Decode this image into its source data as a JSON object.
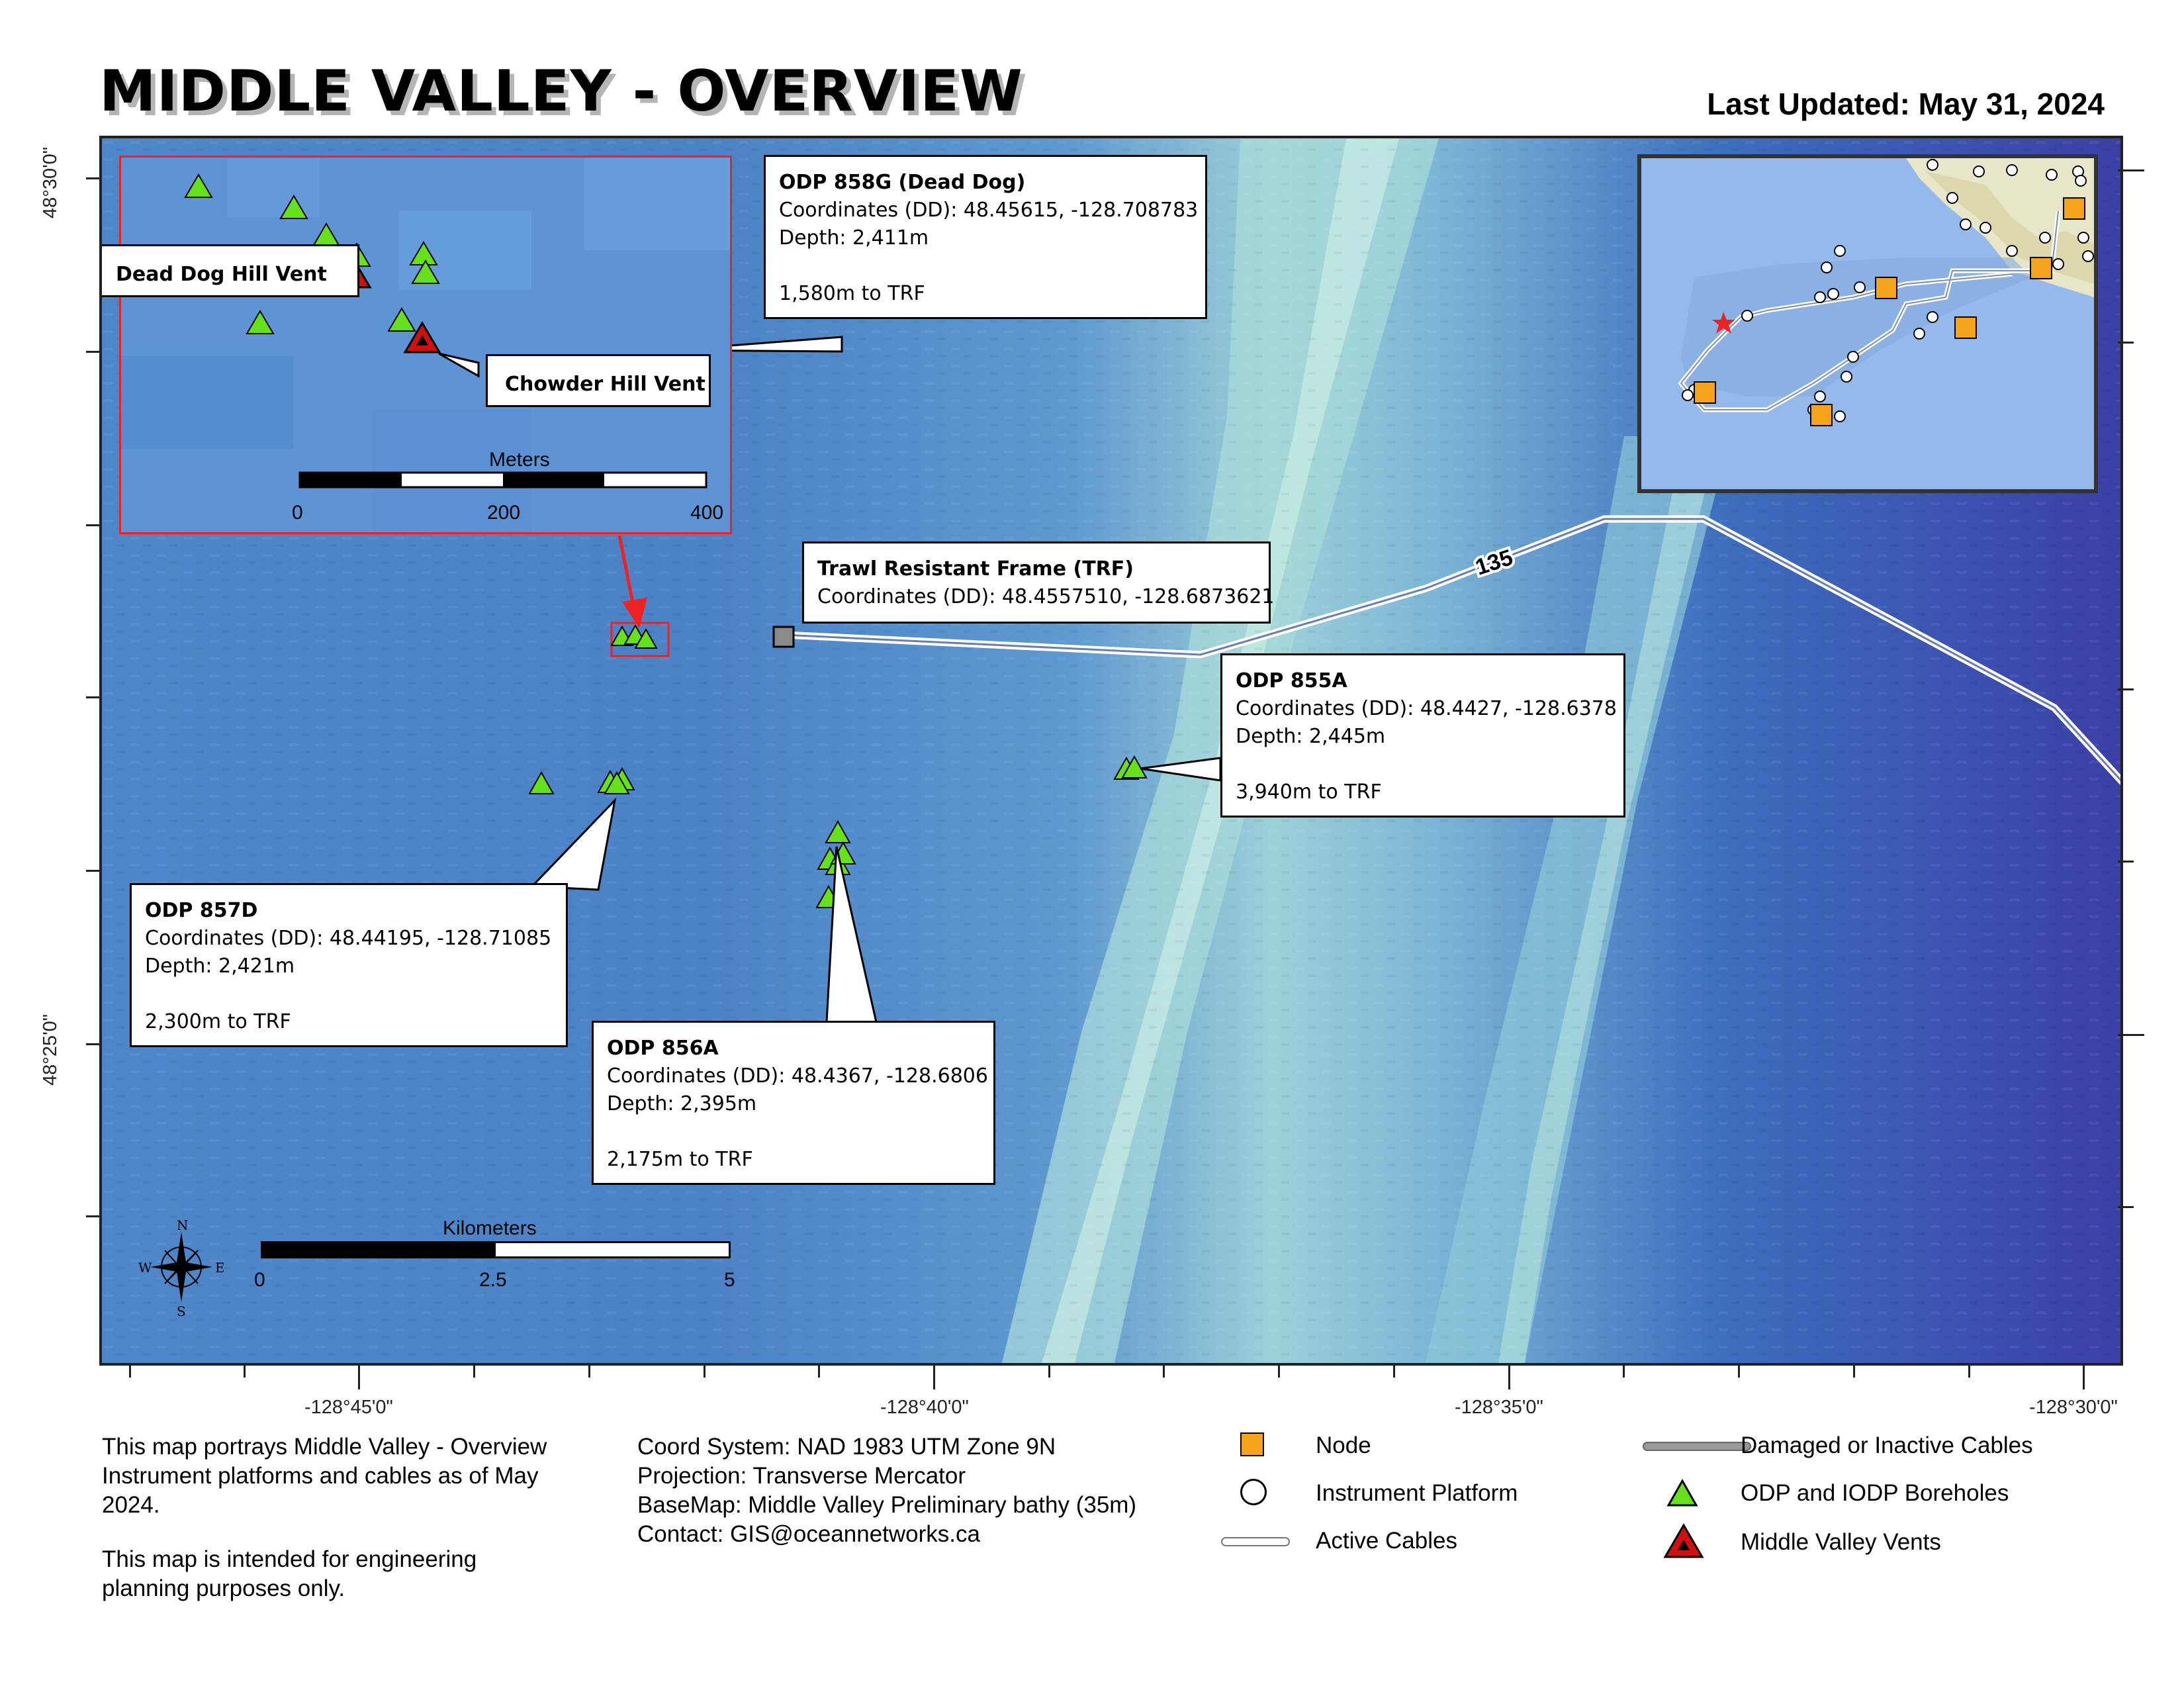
{
  "title": "MIDDLE VALLEY - OVERVIEW",
  "last_updated": "Last Updated: May 31, 2024",
  "colors": {
    "node": "#f5a31a",
    "borehole": "#66e01a",
    "vent": "#d01010",
    "inset_frame": "#ee2222",
    "active_cable": "#ffffff"
  },
  "lat_labels": [
    "48°30'0\"",
    "48°25'0\""
  ],
  "lon_labels": [
    "-128°45'0\"",
    "-128°40'0\"",
    "-128°35'0\"",
    "-128°30'0\""
  ],
  "cable_label": "135",
  "inset": {
    "vent_dead_dog": "Dead Dog Hill Vent",
    "vent_chowder": "Chowder Hill Vent",
    "scale_title": "Meters",
    "scale_ticks": [
      "0",
      "200",
      "400"
    ]
  },
  "callouts": {
    "odp858g": {
      "title": "ODP 858G (Dead Dog)",
      "coords": "Coordinates (DD): 48.45615, -128.708783",
      "depth": "Depth: 2,411m",
      "dist": "1,580m to TRF"
    },
    "trf": {
      "title": "Trawl Resistant Frame (TRF)",
      "coords": "Coordinates (DD): 48.4557510, -128.6873621"
    },
    "odp855a": {
      "title": "ODP 855A",
      "coords": "Coordinates (DD): 48.4427, -128.6378",
      "depth": "Depth: 2,445m",
      "dist": "3,940m to TRF"
    },
    "odp857d": {
      "title": "ODP 857D",
      "coords": "Coordinates (DD): 48.44195, -128.71085",
      "depth": "Depth: 2,421m",
      "dist": "2,300m to TRF"
    },
    "odp856a": {
      "title": "ODP 856A",
      "coords": "Coordinates (DD): 48.4367, -128.6806",
      "depth": "Depth: 2,395m",
      "dist": "2,175m to TRF"
    }
  },
  "scale_main": {
    "title": "Kilometers",
    "ticks": [
      "0",
      "2.5",
      "5"
    ]
  },
  "compass": {
    "n": "N",
    "s": "S",
    "e": "E",
    "w": "W"
  },
  "footer": {
    "desc1": "This map portrays Middle Valley - Overview Instrument platforms and cables as of May 2024.",
    "desc2": "This map is intended for engineering planning purposes only.",
    "coord_system": "Coord System: NAD 1983 UTM Zone 9N",
    "projection": "Projection: Transverse Mercator",
    "basemap": "BaseMap: Middle Valley Preliminary bathy (35m)",
    "contact": "Contact: GIS@oceannetworks.ca"
  },
  "legend": {
    "node": "Node",
    "platform": "Instrument Platform",
    "active": "Active Cables",
    "damaged": "Damaged or Inactive Cables",
    "boreholes": "ODP and IODP Boreholes",
    "vents": "Middle Valley Vents"
  }
}
